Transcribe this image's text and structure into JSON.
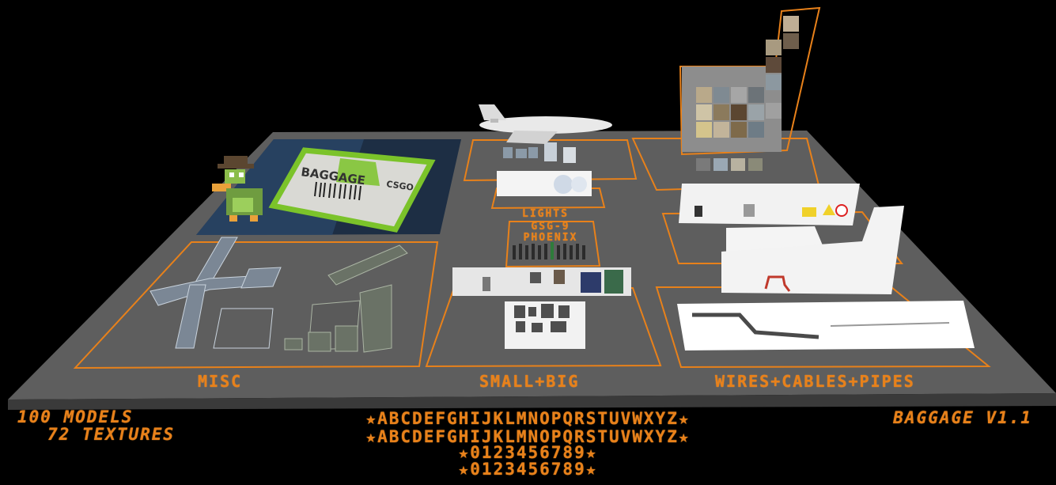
{
  "map": {
    "name": "BAGGAGE",
    "version_label": "BAGGAGE V1.1",
    "stats": {
      "models": "100 MODELS",
      "textures": "72 TEXTURES"
    },
    "sign": {
      "title": "BAGGAGE",
      "subtitle": "CSGO"
    },
    "zones": {
      "misc": "MISC",
      "small_big": "SMALL+BIG",
      "wires": "WIRES+CABLES+PIPES",
      "lights": "LIGHTS",
      "gsg9_line1": "GSG-9",
      "gsg9_line2": "PHOENIX"
    },
    "font_rows": [
      "★ABCDEFGHIJKLMNOPQRSTUVWXYZ★",
      "★ABCDEFGHIJKLMNOPQRSTUVWXYZ★",
      "★0123456789★",
      "★0123456789★"
    ],
    "colors": {
      "accent": "#e8811a",
      "floor": "#5c5c5c",
      "floor_edge": "#3f3f3f",
      "sky": "#000000"
    }
  }
}
